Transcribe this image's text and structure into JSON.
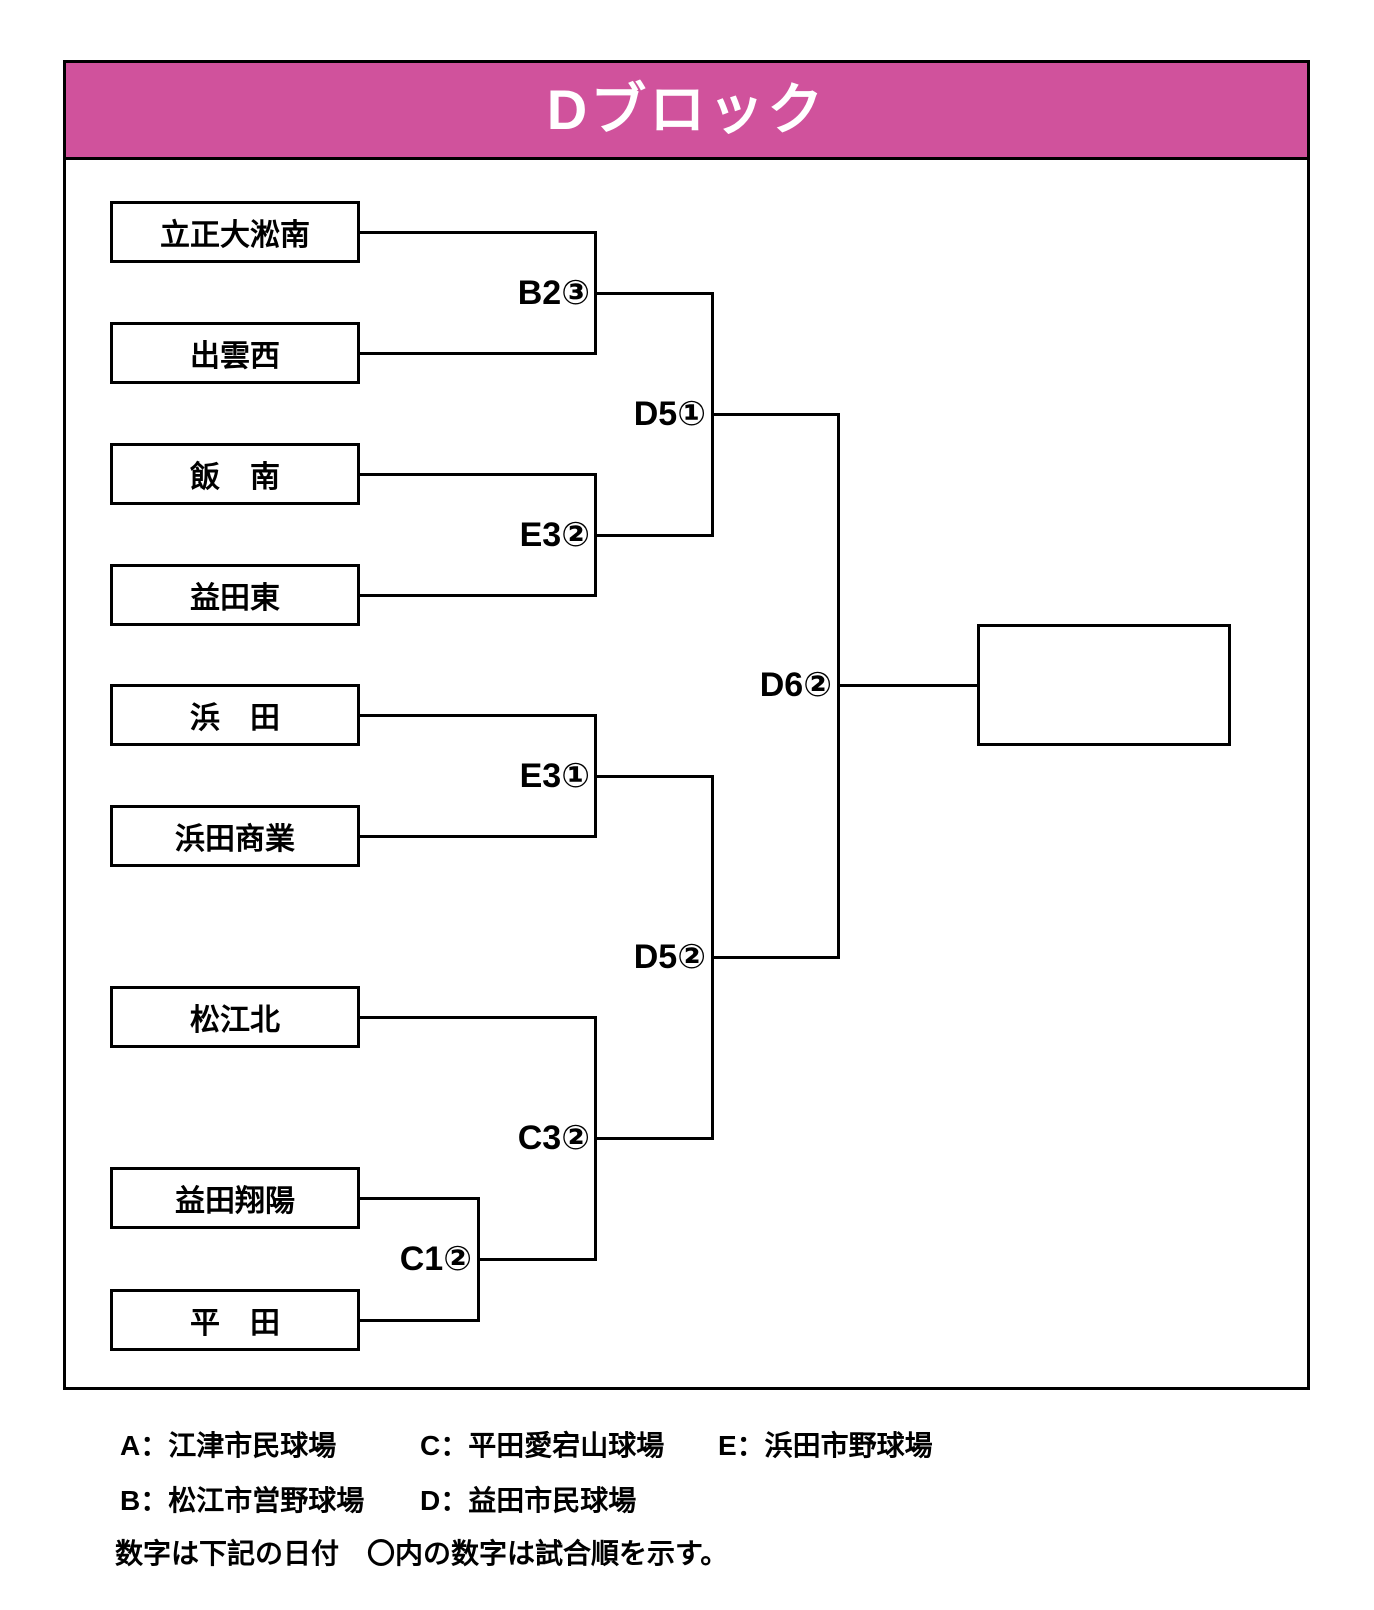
{
  "header": {
    "title": "Dブロック",
    "bg_color": "#d0529c"
  },
  "bracket": {
    "teams": [
      {
        "name": "立正大淞南"
      },
      {
        "name": "出雲西"
      },
      {
        "name": "飯　南"
      },
      {
        "name": "益田東"
      },
      {
        "name": "浜　田"
      },
      {
        "name": "浜田商業"
      },
      {
        "name": "松江北"
      },
      {
        "name": "益田翔陽"
      },
      {
        "name": "平　田"
      }
    ],
    "matches": [
      {
        "label": "B2③"
      },
      {
        "label": "E3②"
      },
      {
        "label": "D5①"
      },
      {
        "label": "E3①"
      },
      {
        "label": "C1②"
      },
      {
        "label": "C3②"
      },
      {
        "label": "D5②"
      },
      {
        "label": "D6②"
      }
    ]
  },
  "legend": {
    "venues": [
      {
        "label": "A：江津市民球場"
      },
      {
        "label": "B：松江市営野球場"
      },
      {
        "label": "C：平田愛宕山球場"
      },
      {
        "label": "D：益田市民球場"
      },
      {
        "label": "E：浜田市野球場"
      }
    ],
    "note": "数字は下記の日付　〇内の数字は試合順を示す。"
  }
}
